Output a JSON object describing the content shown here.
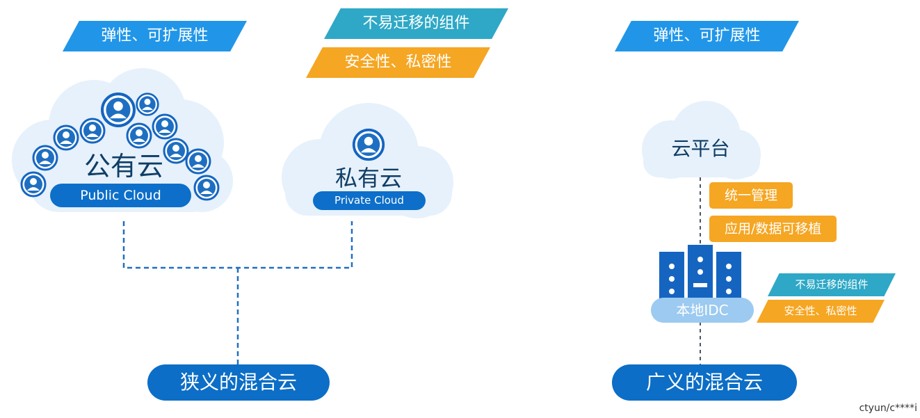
{
  "narrow": {
    "tag_elastic": "弹性、可扩展性",
    "tag_non_migratable": "不易迁移的组件",
    "tag_security": "安全性、私密性",
    "public_cloud_cn": "公有云",
    "public_cloud_en": "Public Cloud",
    "private_cloud_cn": "私有云",
    "private_cloud_en": "Private Cloud",
    "result": "狭义的混合云"
  },
  "broad": {
    "tag_elastic": "弹性、可扩展性",
    "cloud_platform": "云平台",
    "unified_mgmt": "统一管理",
    "portable": "应用/数据可移植",
    "local_idc": "本地IDC",
    "tag_non_migratable": "不易迁移的组件",
    "tag_security": "安全性、私密性",
    "result": "广义的混合云"
  },
  "watermark": "ctyun/c****i",
  "colors": {
    "accent_blue": "#2196e8",
    "dark_blue": "#0d6fc9",
    "teal": "#2ea8c6",
    "orange": "#f5a623",
    "cloud_fill": "#e6f1fb"
  },
  "icons": [
    "user-icon",
    "server-icon"
  ]
}
